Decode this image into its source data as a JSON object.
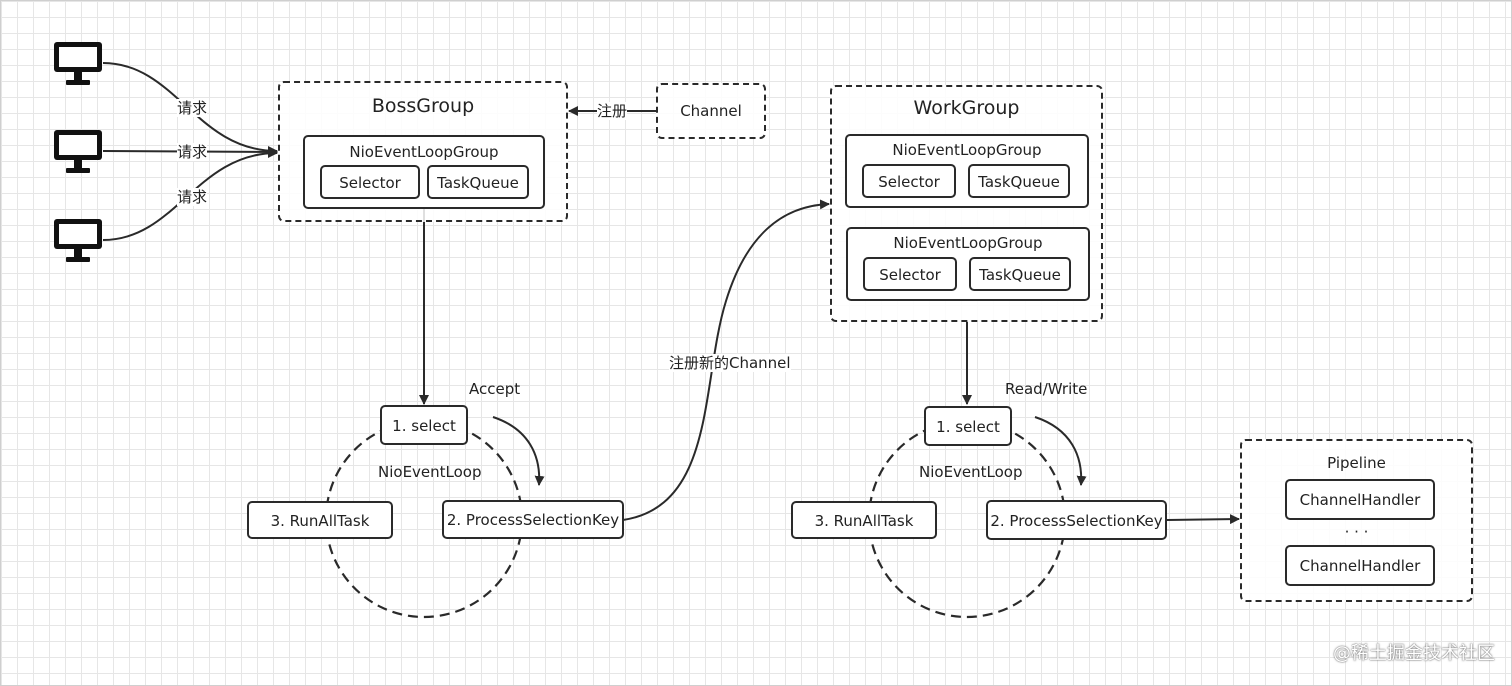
{
  "clients": {
    "request_label": "请求"
  },
  "boss_group": {
    "title": "BossGroup",
    "loop_group": {
      "title": "NioEventLoopGroup",
      "selector": "Selector",
      "task_queue": "TaskQueue"
    }
  },
  "channel": {
    "title": "Channel",
    "register_label": "注册"
  },
  "work_group": {
    "title": "WorkGroup",
    "loop_groups": [
      {
        "title": "NioEventLoopGroup",
        "selector": "Selector",
        "task_queue": "TaskQueue"
      },
      {
        "title": "NioEventLoopGroup",
        "selector": "Selector",
        "task_queue": "TaskQueue"
      }
    ]
  },
  "boss_loop": {
    "accept_label": "Accept",
    "name": "NioEventLoop",
    "step1": "1. select",
    "step2": "2. ProcessSelectionKey",
    "step3": "3. RunAllTask"
  },
  "register_new_channel_label": "注册新的Channel",
  "worker_loop": {
    "rw_label": "Read/Write",
    "name": "NioEventLoop",
    "step1": "1. select",
    "step2": "2. ProcessSelectionKey",
    "step3": "3. RunAllTask"
  },
  "pipeline": {
    "title": "Pipeline",
    "handler1": "ChannelHandler",
    "dots": "· · ·",
    "handler2": "ChannelHandler"
  },
  "watermark": "@稀土掘金技术社区"
}
